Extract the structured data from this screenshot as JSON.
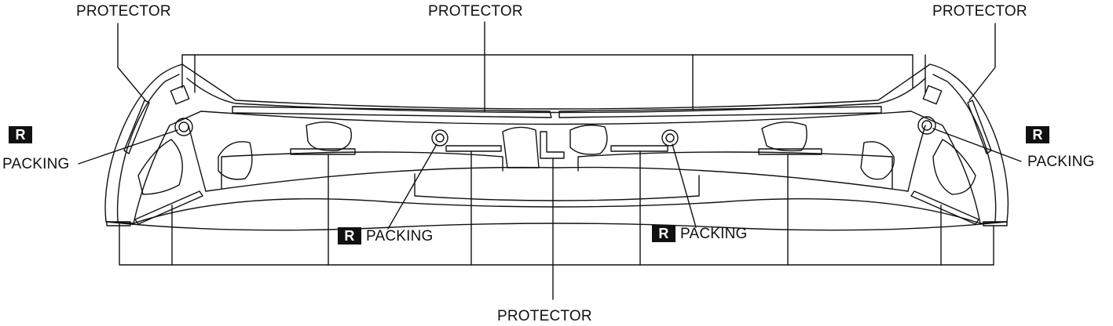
{
  "diagram": {
    "labels": {
      "protector_top_left": "PROTECTOR",
      "protector_top_center": "PROTECTOR",
      "protector_top_right": "PROTECTOR",
      "protector_bottom": "PROTECTOR",
      "packing_left": "PACKING",
      "packing_right": "PACKING",
      "packing_center_left": "PACKING",
      "packing_center_right": "PACKING"
    },
    "replace_badge": "R"
  }
}
